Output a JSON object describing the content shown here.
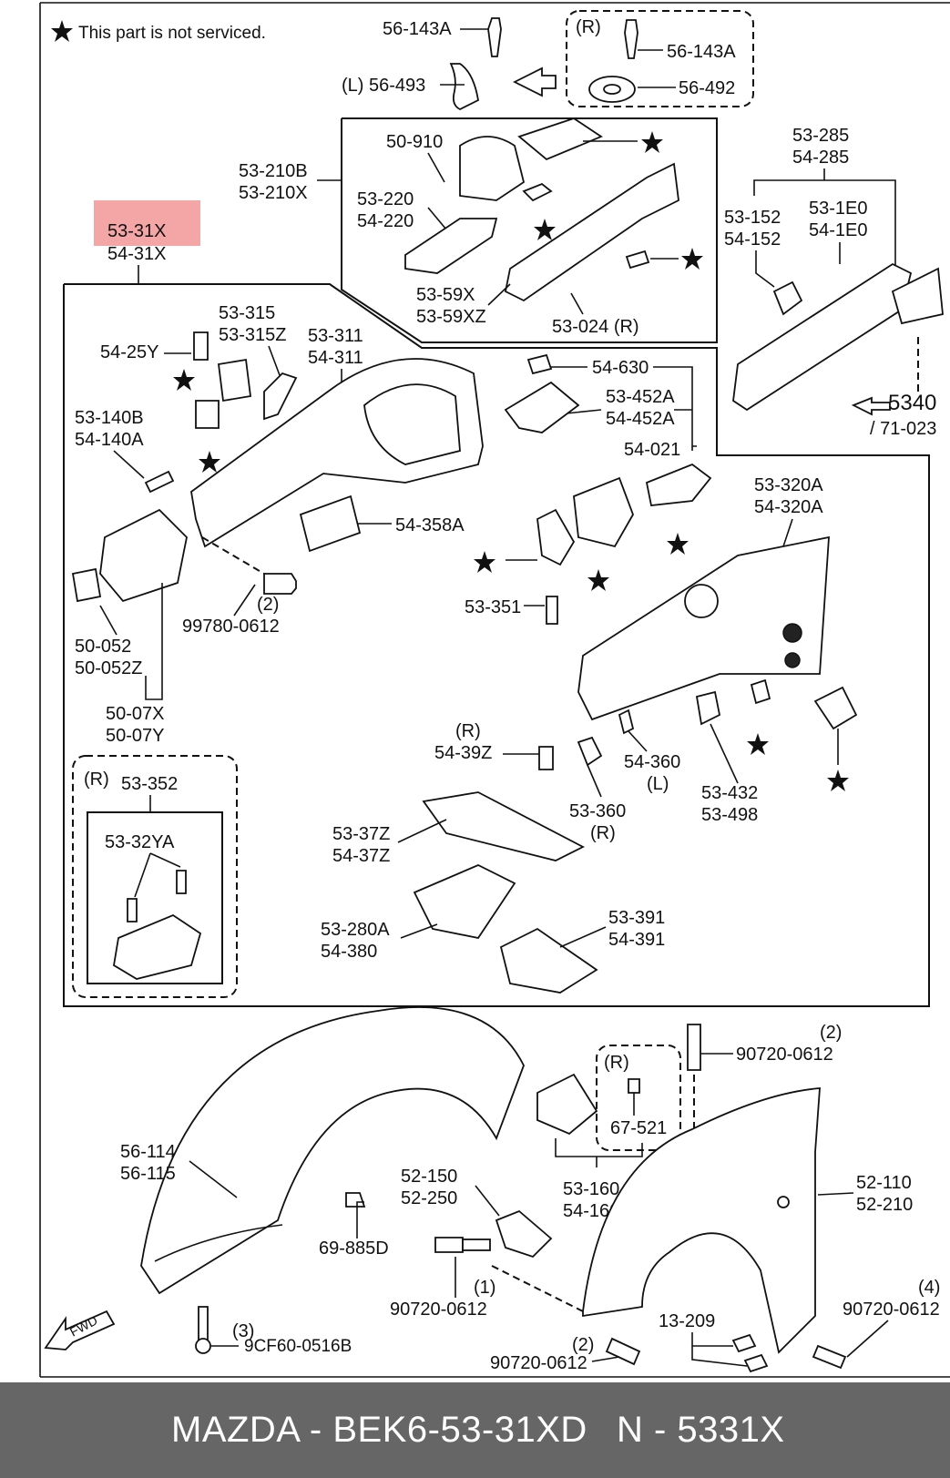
{
  "note": "This part is not serviced.",
  "labels": {
    "l56_143A_a": "56-143A",
    "l56_143A_b": "56-143A",
    "l56_493": "(L) 56-493",
    "l56_492": "56-492",
    "lR_top": "(R)",
    "l53_210B": "53-210B",
    "l53_210X": "53-210X",
    "l50_910": "50-910",
    "l53_220": "53-220",
    "l54_220": "54-220",
    "l53_59X": "53-59X",
    "l53_59XZ": "53-59XZ",
    "l53_024": "53-024 (R)",
    "l53_285": "53-285",
    "l54_285": "54-285",
    "l53_152": "53-152",
    "l54_152": "54-152",
    "l53_1E0": "53-1E0",
    "l54_1E0": "54-1E0",
    "l5340": "5340",
    "l71_023": "/ 71-023",
    "l53_31X": "53-31X",
    "l54_31X": "54-31X",
    "l53_315": "53-315",
    "l53_315Z": "53-315Z",
    "l53_311": "53-311",
    "l54_311": "54-311",
    "l54_25Y": "54-25Y",
    "l53_140B": "53-140B",
    "l54_140A": "54-140A",
    "l54_630": "54-630",
    "l53_452A": "53-452A",
    "l54_452A": "54-452A",
    "l54_021": "54-021",
    "l54_358A": "54-358A",
    "l53_320A": "53-320A",
    "l54_320A": "54-320A",
    "l2_a": "(2)",
    "l99780": "99780-0612",
    "l53_351": "53-351",
    "l50_052": "50-052",
    "l50_052Z": "50-052Z",
    "l50_07X": "50-07X",
    "l50_07Y": "50-07Y",
    "lR_39Z": "(R)",
    "l54_39Z": "54-39Z",
    "l54_360": "54-360",
    "lL_360": "(L)",
    "l53_432": "53-432",
    "l53_498": "53-498",
    "l53_360": "53-360",
    "lR_360": "(R)",
    "lR_352": "(R)",
    "l53_352": "53-352",
    "l53_32YA": "53-32YA",
    "l53_37Z": "53-37Z",
    "l54_37Z": "54-37Z",
    "l53_280A": "53-280A",
    "l54_380": "54-380",
    "l53_391": "53-391",
    "l54_391": "54-391",
    "l56_114": "56-114",
    "l56_115": "56-115",
    "l69_885D": "69-885D",
    "l52_150": "52-150",
    "l52_250": "52-250",
    "l1": "(1)",
    "l90720_a": "90720-0612",
    "l3": "(3)",
    "l9CF60": "9CF60-0516B",
    "lR_67": "(R)",
    "l67_521": "67-521",
    "l2_b": "(2)",
    "l90720_b": "90720-0612",
    "l53_160": "53-160",
    "l54_160": "54-160",
    "l52_110": "52-110",
    "l52_210": "52-210",
    "l4": "(4)",
    "l90720_c": "90720-0612",
    "l13_209": "13-209",
    "l2_c": "(2)",
    "l90720_d": "90720-0612",
    "fwd": "FWD"
  },
  "footer": {
    "brand_part": "MAZDA - BEK6-53-31XD",
    "n_part": "N - 5331X"
  },
  "highlight_color": "#f08080"
}
